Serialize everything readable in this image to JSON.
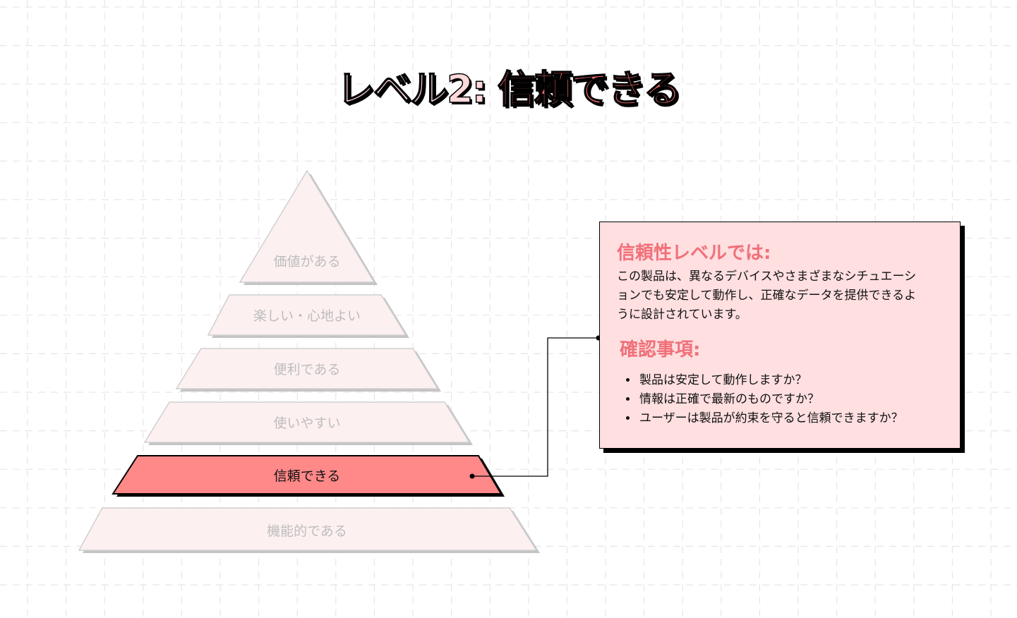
{
  "title": {
    "prefix": "レベル2: ",
    "highlight": "信頼できる"
  },
  "colors": {
    "accent": "#f26b6f",
    "active_fill": "#ff8888",
    "inactive_fill": "#fdf0f0",
    "panel_bg": "#ffdfe0"
  },
  "pyramid": {
    "levels": [
      {
        "label": "価値がある",
        "active": false
      },
      {
        "label": "楽しい・心地よい",
        "active": false
      },
      {
        "label": "便利である",
        "active": false
      },
      {
        "label": "使いやすい",
        "active": false
      },
      {
        "label": "信頼できる",
        "active": true
      },
      {
        "label": "機能的である",
        "active": false
      }
    ]
  },
  "panel": {
    "heading": "信頼性レベルでは:",
    "description": "この製品は、異なるデバイスやさまざまなシチュエーションでも安定して動作し、正確なデータを提供できるように設計されています。",
    "checklist_heading": "確認事項:",
    "checklist": [
      "製品は安定して動作しますか？",
      "情報は正確で最新のものですか？",
      "ユーザーは製品が約束を守ると信頼できますか？"
    ]
  }
}
